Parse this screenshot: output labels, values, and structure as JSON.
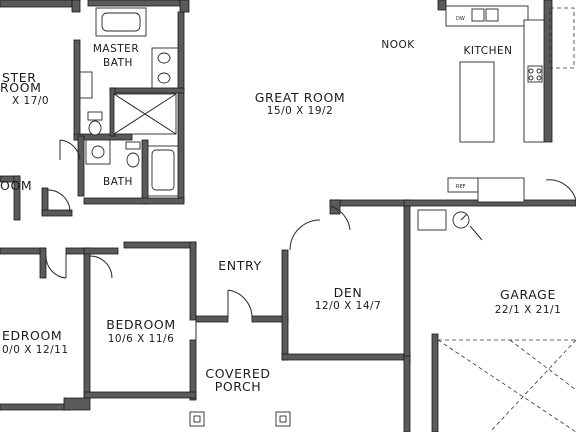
{
  "rooms": {
    "master_bath": {
      "line1": "MASTER",
      "line2": "BATH"
    },
    "master_bedroom": {
      "line1": "STER",
      "line2": "ROOM",
      "dims": "X 17/0"
    },
    "bath": {
      "name": "BATH"
    },
    "nook": {
      "name": "NOOK"
    },
    "kitchen": {
      "name": "KITCHEN"
    },
    "great_room": {
      "name": "GREAT ROOM",
      "dims": "15/0 X 19/2"
    },
    "entry": {
      "name": "ENTRY"
    },
    "den": {
      "name": "DEN",
      "dims": "12/0 X 14/7"
    },
    "garage": {
      "name": "GARAGE",
      "dims": "22/1 X 21/1"
    },
    "bedroom_left": {
      "name": "EDROOM",
      "dims": "0/0 X 12/11"
    },
    "bedroom_center": {
      "name": "BEDROOM",
      "dims": "10/6 X 11/6"
    },
    "covered_porch": {
      "line1": "COVERED",
      "line2": "PORCH"
    },
    "closet_left": {
      "name": "OOM"
    }
  },
  "fixtures": {
    "dw_label": "DW",
    "ref_label": "REF"
  }
}
